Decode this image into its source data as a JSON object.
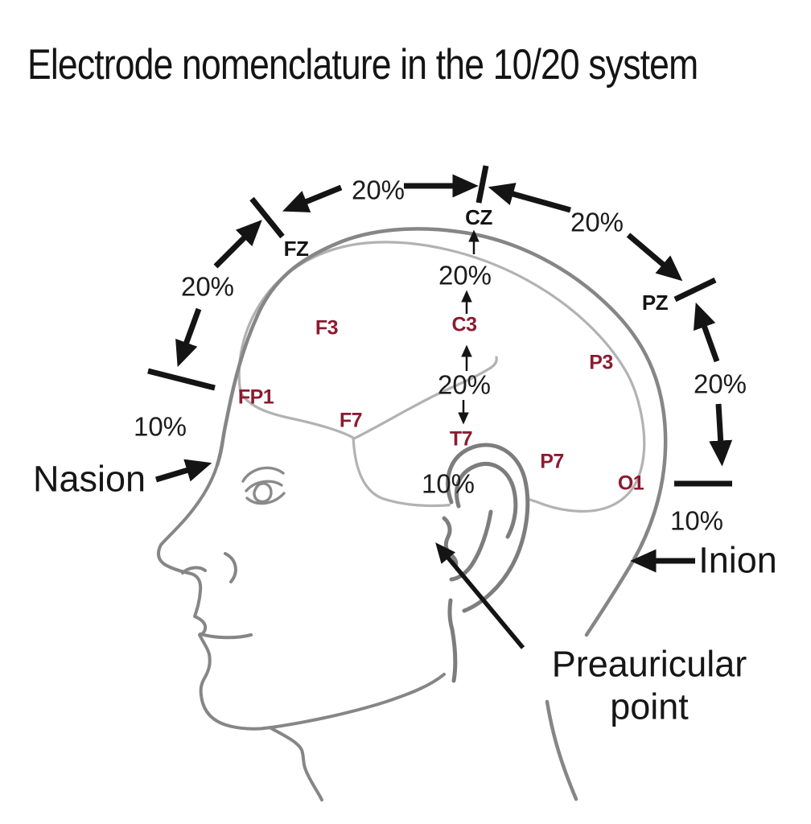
{
  "title": "Electrode nomenclature in the 10/20 system",
  "electrodes": {
    "fp1": "FP1",
    "f3": "F3",
    "f7": "F7",
    "c3": "C3",
    "t7": "T7",
    "p3": "P3",
    "p7": "P7",
    "o1": "O1"
  },
  "midline_electrodes": {
    "fz": "FZ",
    "cz": "CZ",
    "pz": "PZ"
  },
  "percentages": {
    "fz_cz_arc": "20%",
    "cz_pz_arc": "20%",
    "tick_fz_arc": "20%",
    "pz_tick_arc": "20%",
    "nasion_tick": "10%",
    "tick_inion": "10%",
    "cz_c3": "20%",
    "c3_t7": "20%",
    "t7_preauricular": "10%"
  },
  "anatomy": {
    "nasion": "Nasion",
    "inion": "Inion",
    "preauricular_line1": "Preauricular",
    "preauricular_line2": "point"
  },
  "colors": {
    "electrode_label": "#8b1b2f",
    "annotation": "#1a1a1a",
    "head_outline": "#868686",
    "ear_outline": "#7d7d7d",
    "brain_outline": "#b2b2b2"
  }
}
